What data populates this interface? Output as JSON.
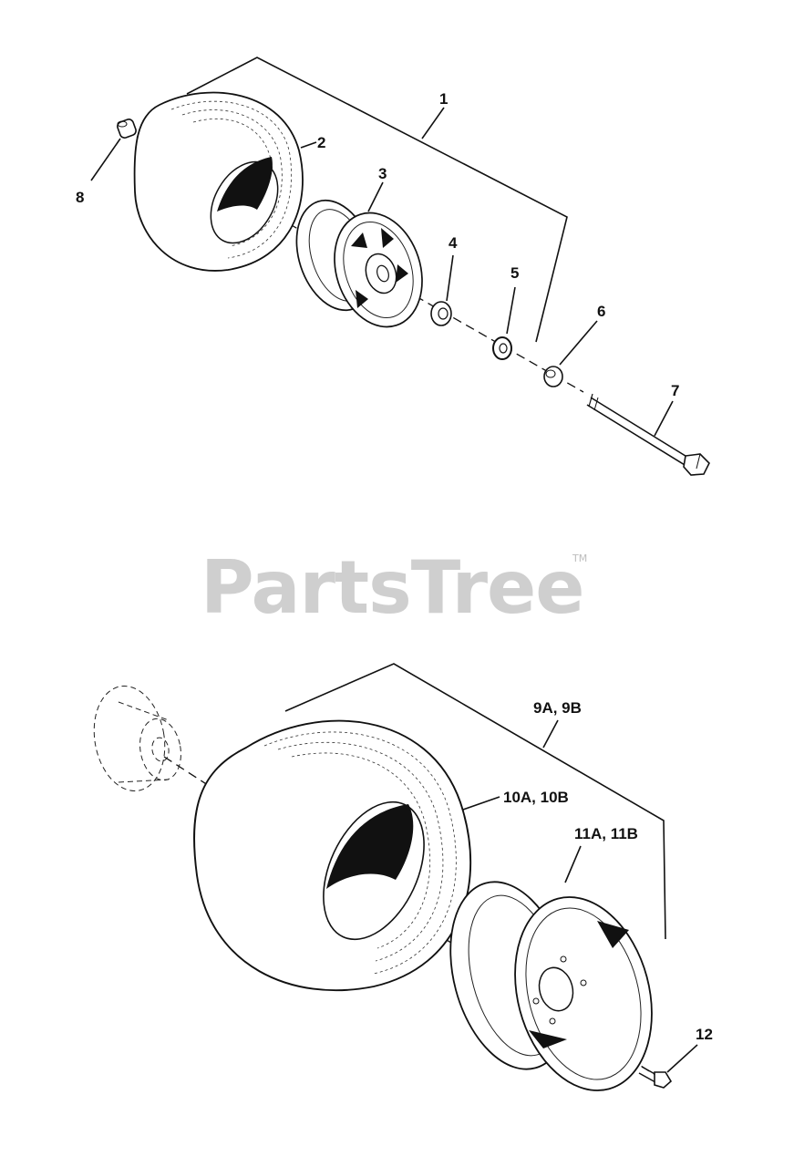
{
  "watermark": {
    "brand": "PartsTree",
    "trademark": "TM"
  },
  "callouts": {
    "c1": "1",
    "c2": "2",
    "c3": "3",
    "c4": "4",
    "c5": "5",
    "c6": "6",
    "c7": "7",
    "c8": "8",
    "c9": "9A, 9B",
    "c10": "10A, 10B",
    "c11": "11A, 11B",
    "c12": "12"
  }
}
